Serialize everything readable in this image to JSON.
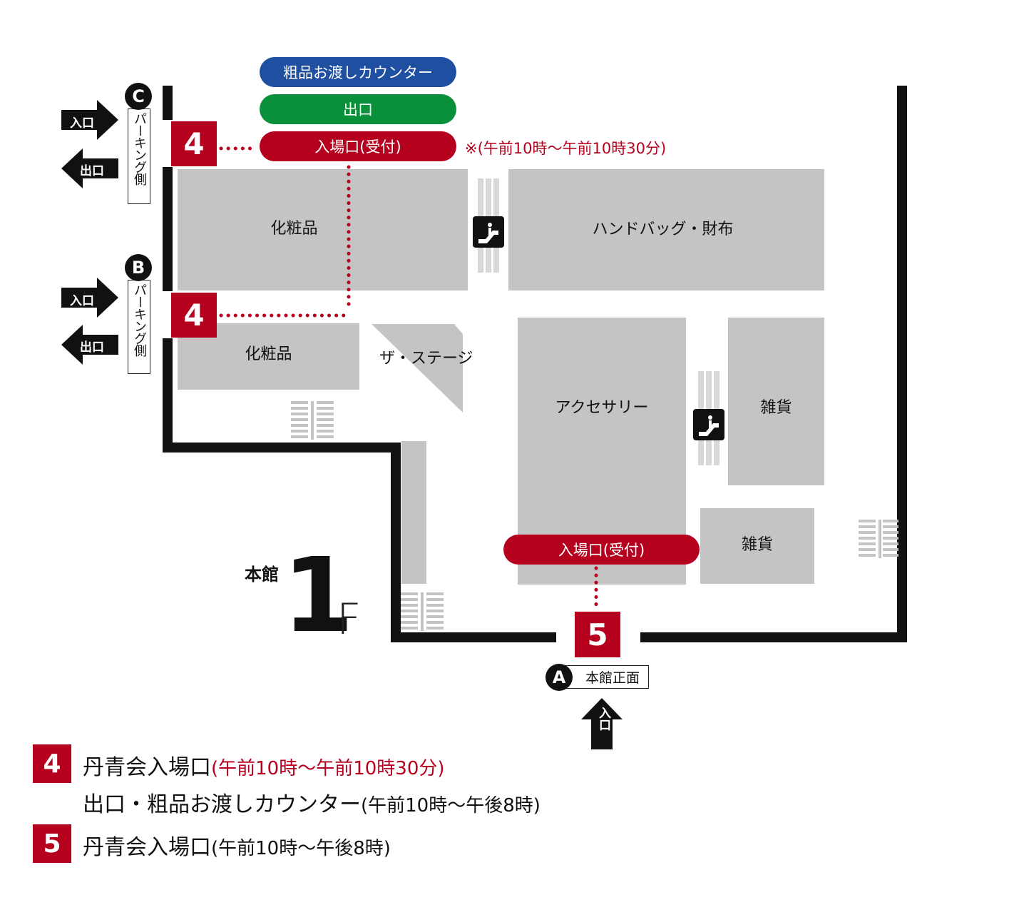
{
  "labels": {
    "counter": "粗品お渡しカウンター",
    "exit": "出口",
    "entrance_reception": "入場口(受付)",
    "entrance_reception_main": "入場口(受付)",
    "time_note": "※(午前10時〜午前10時30分)",
    "cosmetics_1": "化粧品",
    "cosmetics_2": "化粧品",
    "handbag": "ハンドバッグ・財布",
    "stage": "ザ・ステージ",
    "accessory": "アクセサリー",
    "goods_1": "雑貨",
    "goods_2": "雑貨",
    "parking_c": "パーキング側",
    "parking_b": "パーキング側",
    "main_front": "本館正面",
    "honkan": "本館",
    "floor_number": "1",
    "floor_unit": "F",
    "in": "入口",
    "out": "出口"
  },
  "markers": {
    "gate4": "4",
    "gate5": "5",
    "c": "C",
    "b": "B",
    "a": "A"
  },
  "legend": {
    "num4": "4",
    "line1_main": "丹青会入場口",
    "line1_time": "(午前10時〜午前10時30分)",
    "line2_main": "出口・粗品お渡しカウンター",
    "line2_time": "(午前10時〜午後8時)",
    "num5": "5",
    "line3_main": "丹青会入場口",
    "line3_time": "(午前10時〜午後8時)"
  },
  "colors": {
    "red": "#b5001e",
    "blue": "#1f4fa0",
    "green": "#0a8f3a",
    "gray": "#c4c4c4",
    "wall": "#111111"
  }
}
